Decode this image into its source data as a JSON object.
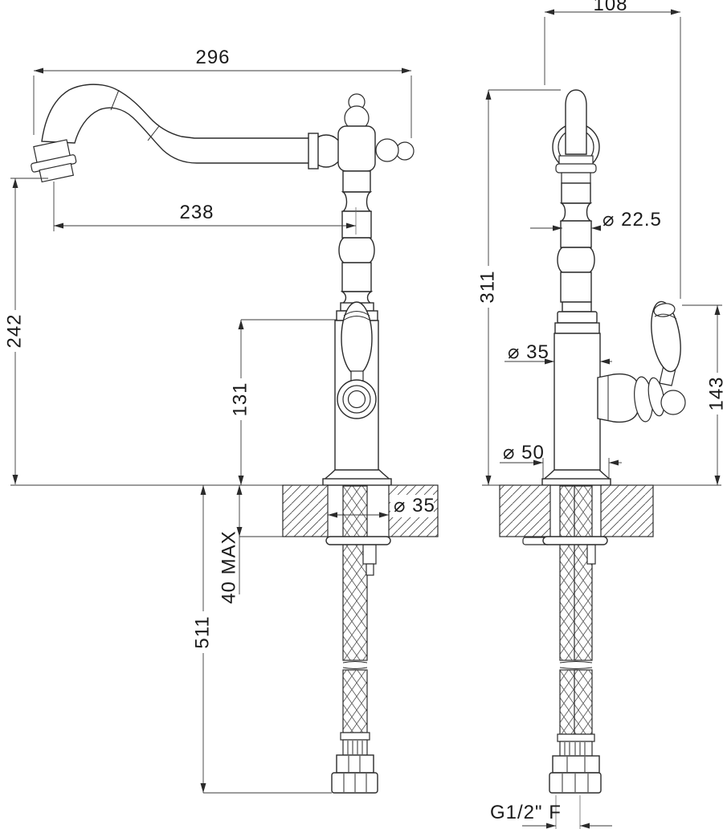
{
  "page": {
    "background": "#ffffff",
    "line_color": "#2b2b2b",
    "dimension_color": "#3a3a3a",
    "text_color": "#1a1a1a"
  },
  "drawing": {
    "kind": "technical-dimension-drawing",
    "subject": "kitchen sink mixer tap, front and side elevations with flexible supply hoses through counter",
    "views": {
      "front": {
        "name": "front elevation",
        "dims": {
          "overall_reach": "296",
          "spout_projection": "238",
          "spout_outlet_height": "242",
          "lever_top_height": "131",
          "hole_diameter": "⌀ 35",
          "deck_thickness_max": "40 MAX",
          "hose_drop": "511"
        }
      },
      "side": {
        "name": "side elevation",
        "dims": {
          "overall_depth": "108",
          "overall_height": "311",
          "column_diameter": "⌀ 22.5",
          "body_diameter": "⌀ 35",
          "base_diameter": "⌀ 50",
          "handle_height": "143",
          "connection_thread": "G1/2\" F"
        }
      }
    }
  }
}
